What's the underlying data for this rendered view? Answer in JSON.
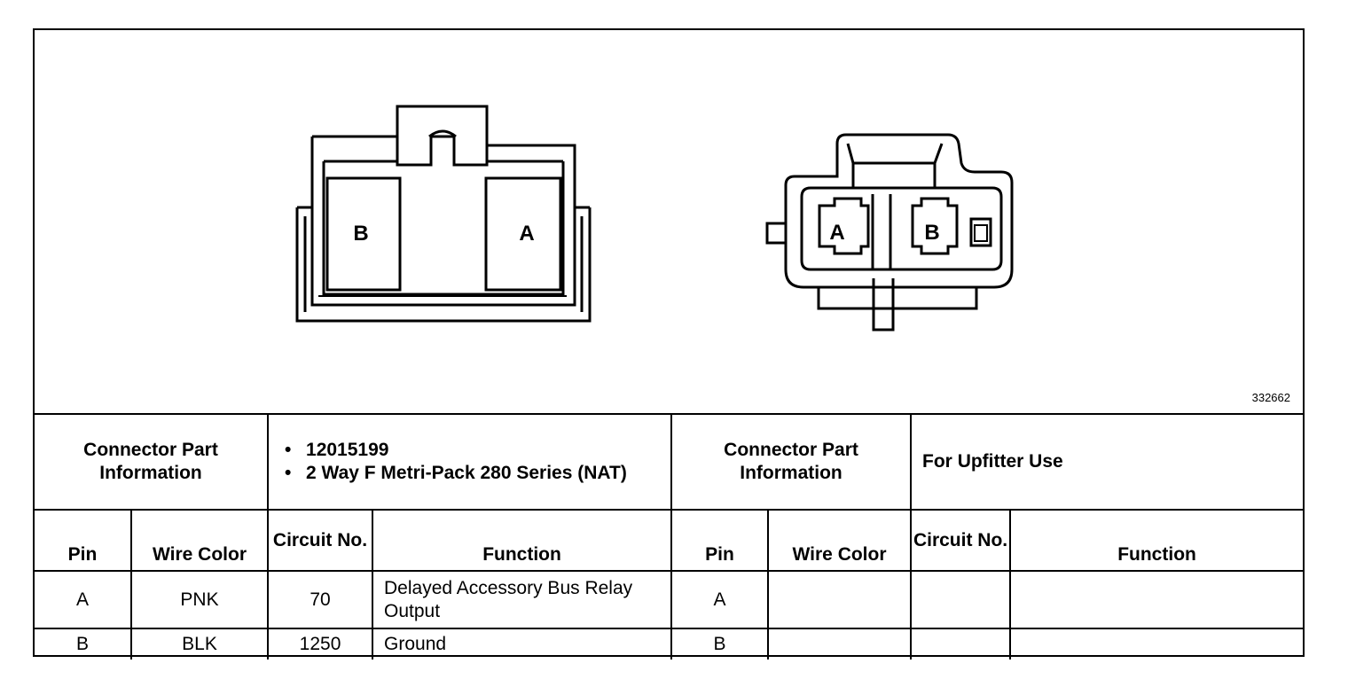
{
  "figure_id": "332662",
  "connector_left": {
    "pin_labels": [
      "B",
      "A"
    ],
    "header_label": "Connector Part Information",
    "part_info": [
      "12015199",
      "2 Way F Metri-Pack 280 Series (NAT)"
    ]
  },
  "connector_right": {
    "pin_labels": [
      "A",
      "B"
    ],
    "header_label": "Connector Part Information",
    "part_info": "For Upfitter Use"
  },
  "columns": {
    "pin": "Pin",
    "wire_color": "Wire Color",
    "circuit_no": "Circuit No.",
    "function": "Function"
  },
  "rows_left": [
    {
      "pin": "A",
      "wire_color": "PNK",
      "circuit": "70",
      "function": "Delayed Accessory Bus Relay Output"
    },
    {
      "pin": "B",
      "wire_color": "BLK",
      "circuit": "1250",
      "function": "Ground"
    }
  ],
  "rows_right": [
    {
      "pin": "A",
      "wire_color": "",
      "circuit": "",
      "function": ""
    },
    {
      "pin": "B",
      "wire_color": "",
      "circuit": "",
      "function": ""
    }
  ]
}
